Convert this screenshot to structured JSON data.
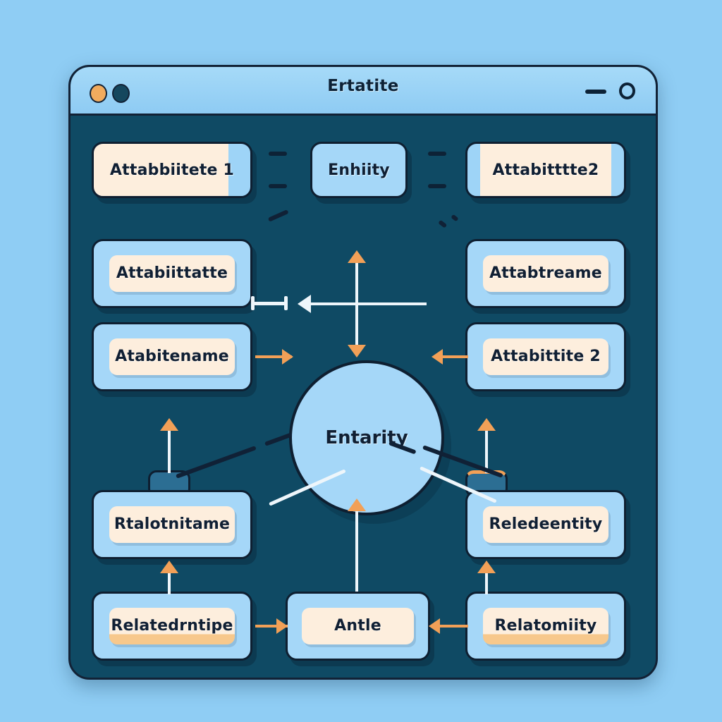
{
  "window": {
    "title": "Ertatite",
    "controls": {
      "close_dot": "amber-dot",
      "second_dot": "dark-dot",
      "minimize": "minimize-dash",
      "maximize": "maximize-circle"
    },
    "colors": {
      "page_background": "#8fcdf4",
      "window_body": "#0f4a64",
      "titlebar": "#9bd3f6",
      "border": "#122236",
      "card_cream": "#fdeedd",
      "card_blue": "#a5d7f8",
      "accent_orange": "#f2a057",
      "connector_white": "#eef6fb"
    }
  },
  "diagram": {
    "center_node": "Entarity",
    "rows": [
      {
        "row": 1,
        "nodes": [
          {
            "label": "Attabbiitete 1",
            "style": "cream-strip-right"
          },
          {
            "label": "Enhiity",
            "style": "blue"
          },
          {
            "label": "Attabitttte2",
            "style": "cream-strip-both"
          }
        ]
      },
      {
        "row": 2,
        "nodes": [
          {
            "label": "Attabiittatte",
            "style": "blue-outer-cream-inner"
          },
          {
            "label": "Attabtreame",
            "style": "blue-outer-cream-inner"
          }
        ]
      },
      {
        "row": 3,
        "nodes": [
          {
            "label": "Atabitename",
            "style": "blue-outer-cream-inner"
          },
          {
            "label": "Attabittite 2",
            "style": "blue-outer-cream-inner"
          }
        ]
      },
      {
        "row": 4,
        "nodes": [
          {
            "label": "Rtalotnitame",
            "style": "blue-outer-cream-inner"
          },
          {
            "label": "Reledeentity",
            "style": "blue-outer-cream-inner"
          }
        ]
      },
      {
        "row": 5,
        "nodes": [
          {
            "label": "Relatedrntipe",
            "style": "blue-outer-cream-inner-orange-band"
          },
          {
            "label": "Antle",
            "style": "blue-outer-cream-inner"
          },
          {
            "label": "Relatomiity",
            "style": "blue-outer-cream-inner-orange-band"
          }
        ]
      }
    ],
    "labels": {
      "r1c1": "Attabbiitete 1",
      "r1c2": "Enhiity",
      "r1c3": "Attabitttte2",
      "r2c1": "Attabiittatte",
      "r2c2": "Attabtreame",
      "r3c1": "Atabitename",
      "r3c2": "Attabittite 2",
      "r4c1": "Rtalotnitame",
      "r4c2": "Reledeentity",
      "r5c1": "Relatedrntipe",
      "r5c2": "Antle",
      "r5c3": "Relatomiity",
      "center": "Entarity"
    }
  }
}
